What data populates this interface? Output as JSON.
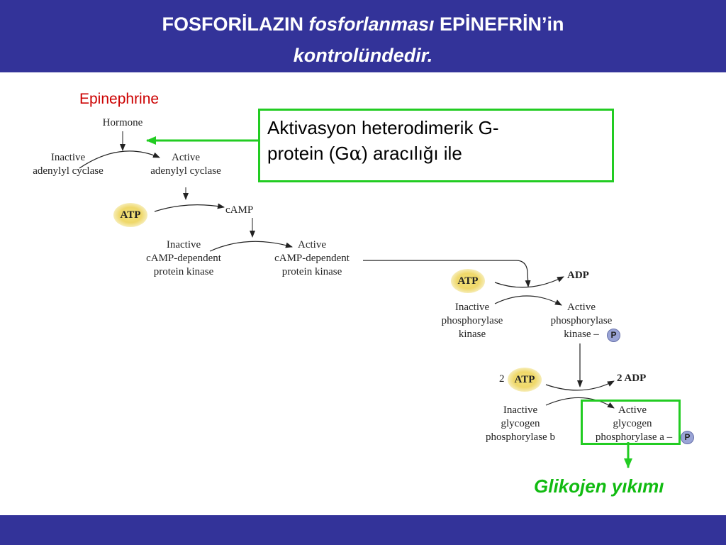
{
  "header": {
    "part1": "FOSFORİLAZIN ",
    "part2_italic": "fosforlanması",
    "part3": " EPİNEFRİN’in",
    "line2_italic": "kontrolündedir."
  },
  "epinephrine_label": "Epinephrine",
  "callout": {
    "line1": "Aktivasyon heterodimerik G-",
    "line2_prefix": "protein (G",
    "alpha": "α",
    "line2_suffix": ") aracılığı ile"
  },
  "pathway": {
    "hormone": "Hormone",
    "inactive_ac_1": "Inactive",
    "inactive_ac_2": "adenylyl cyclase",
    "active_ac_1": "Active",
    "active_ac_2": "adenylyl cyclase",
    "atp": "ATP",
    "camp": "cAMP",
    "inactive_pk_1": "Inactive",
    "inactive_pk_2": "cAMP-dependent",
    "inactive_pk_3": "protein kinase",
    "active_pk_1": "Active",
    "active_pk_2": "cAMP-dependent",
    "active_pk_3": "protein kinase",
    "adp": "ADP",
    "inactive_phk_1": "Inactive",
    "inactive_phk_2": "phosphorylase",
    "inactive_phk_3": "kinase",
    "active_phk_1": "Active",
    "active_phk_2": "phosphorylase",
    "active_phk_3": "kinase –",
    "p": "P",
    "two": "2",
    "two_adp": "2 ADP",
    "inactive_gp_1": "Inactive",
    "inactive_gp_2": "glycogen",
    "inactive_gp_3": "phosphorylase b",
    "active_gp_1": "Active",
    "active_gp_2": "glycogen",
    "active_gp_3": "phosphorylase a –"
  },
  "result_label": "Glikojen yıkımı",
  "colors": {
    "header_bg": "#333399",
    "highlight": "#22cc22",
    "epinephrine": "#cc0000",
    "atp": "#efd86a",
    "phosphate": "#9aa4d6"
  }
}
